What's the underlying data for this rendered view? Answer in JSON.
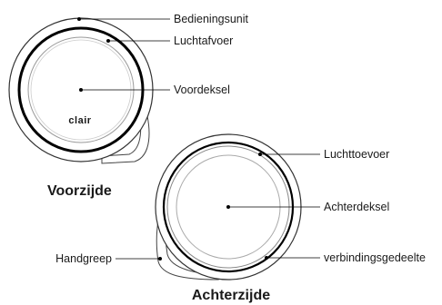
{
  "front": {
    "caption": "Voorzijde",
    "brand": "clair",
    "labels": {
      "control_unit": "Bedieningsunit",
      "air_outlet": "Luchtafvoer",
      "front_cover": "Voordeksel"
    }
  },
  "back": {
    "caption": "Achterzijde",
    "labels": {
      "air_intake": "Luchttoevoer",
      "back_cover": "Achterdeksel",
      "handle": "Handgreep",
      "connector": "verbindingsgedeelte"
    }
  }
}
